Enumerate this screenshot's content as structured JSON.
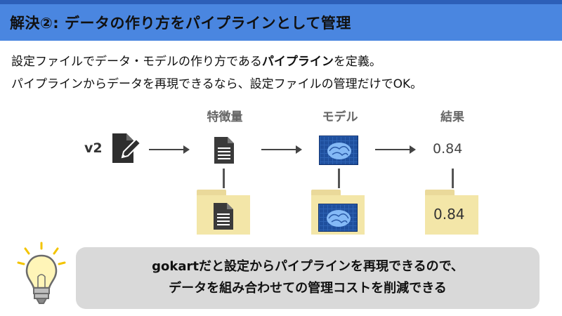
{
  "header": {
    "title": "解決②: データの作り方をパイプラインとして管理"
  },
  "body": {
    "line1_pre": "設定ファイルでデータ・モデルの作り方である",
    "line1_bold": "パイプライン",
    "line1_post": "を定義。",
    "line2": "パイプラインからデータを再現できるなら、設定ファイルの管理だけでOK。"
  },
  "diagram": {
    "label_features": "特徴量",
    "label_model": "モデル",
    "label_result": "結果",
    "version": "v2",
    "result_value": "0.84",
    "folder_result_value": "0.84"
  },
  "callout": {
    "line1": "gokartだと設定からパイプラインを再現できるので、",
    "line2": "データを組み合わせての管理コストを削減できる"
  },
  "icons": {
    "edit": "edit-document-icon",
    "doc": "document-icon",
    "brain": "brain-icon",
    "folder": "folder-icon",
    "bulb": "light-bulb-icon"
  },
  "colors": {
    "header_bg": "#4a86e0",
    "folder": "#f3e6a8",
    "callout_bg": "#d9d9d9"
  }
}
